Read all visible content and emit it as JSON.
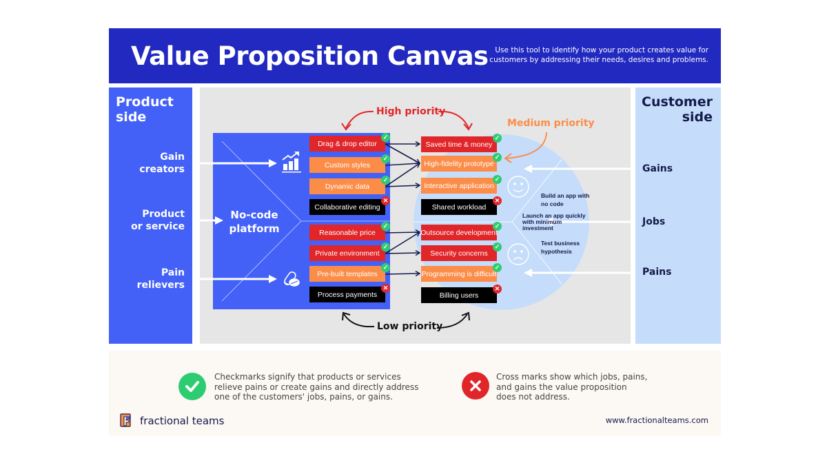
{
  "header": {
    "title": "Value Proposition Canvas",
    "subtitle": "Use this tool to identify how your product creates value for customers by addressing their needs, desires and problems."
  },
  "product_side": {
    "title_line1": "Product",
    "title_line2": "side",
    "labels": [
      {
        "line1": "Gain",
        "line2": "creators"
      },
      {
        "line1": "Product",
        "line2": "or service"
      },
      {
        "line1": "Pain",
        "line2": "relievers"
      }
    ],
    "center_label_line1": "No-code",
    "center_label_line2": "platform"
  },
  "customer_side": {
    "title_line1": "Customer",
    "title_line2": "side",
    "labels": [
      "Gains",
      "Jobs",
      "Pains"
    ]
  },
  "priorities": {
    "high": "High priority",
    "medium": "Medium priority",
    "low": "Low priority"
  },
  "gain_creators": [
    {
      "label": "Drag & drop editor",
      "priority": "high",
      "status": "check"
    },
    {
      "label": "Custom styles",
      "priority": "medium",
      "status": "check"
    },
    {
      "label": "Dynamic data",
      "priority": "medium",
      "status": "check"
    },
    {
      "label": "Collaborative editing",
      "priority": "low",
      "status": "cross"
    }
  ],
  "pain_relievers": [
    {
      "label": "Reasonable price",
      "priority": "high",
      "status": "check"
    },
    {
      "label": "Private environment",
      "priority": "high",
      "status": "check"
    },
    {
      "label": "Pre-built templates",
      "priority": "medium",
      "status": "check"
    },
    {
      "label": "Process payments",
      "priority": "low",
      "status": "cross"
    }
  ],
  "gains": [
    {
      "label": "Saved time & money",
      "priority": "high",
      "status": "check"
    },
    {
      "label": "High-fidelity prototype",
      "priority": "medium",
      "status": "check"
    },
    {
      "label": "Interactive application",
      "priority": "medium",
      "status": "check"
    },
    {
      "label": "Shared workload",
      "priority": "low",
      "status": "cross"
    }
  ],
  "pains": [
    {
      "label": "Outsource development",
      "priority": "high",
      "status": "check"
    },
    {
      "label": "Security concerns",
      "priority": "high",
      "status": "check"
    },
    {
      "label": "Programming is difficult",
      "priority": "medium",
      "status": "check"
    },
    {
      "label": "Billing users",
      "priority": "low",
      "status": "cross"
    }
  ],
  "jobs": [
    "Build an app with no code",
    "Launch an app quickly with minimum investment",
    "Test business hypothesis"
  ],
  "connections": {
    "gains": [
      [
        0,
        0
      ],
      [
        0,
        1
      ],
      [
        1,
        1
      ],
      [
        2,
        1
      ],
      [
        2,
        2
      ]
    ],
    "pains": [
      [
        0,
        0
      ],
      [
        1,
        0
      ],
      [
        1,
        1
      ],
      [
        2,
        2
      ]
    ]
  },
  "legend": {
    "check_text": "Checkmarks signify that products or services relieve pains or create gains and directly address one of the customers' jobs, pains, or gains.",
    "cross_text": "Cross marks show which jobs, pains, and gains the value proposition does not address."
  },
  "footer": {
    "brand": "fractional teams",
    "website": "www.fractionalteams.com"
  },
  "icons": {
    "check": "✓",
    "cross": "✕",
    "gain_creators_icon": "chart-growth-icon",
    "pain_relievers_icon": "pills-icon",
    "gains_icon": "smiley-icon",
    "pains_icon": "sad-face-icon"
  },
  "colors": {
    "header_bg": "#2229c0",
    "product_blue": "#4361f7",
    "customer_blue": "#c5ddfb",
    "high": "#e1262a",
    "medium": "#fb8d49",
    "low": "#000000",
    "check": "#2ecc71",
    "cross": "#e1262a"
  }
}
